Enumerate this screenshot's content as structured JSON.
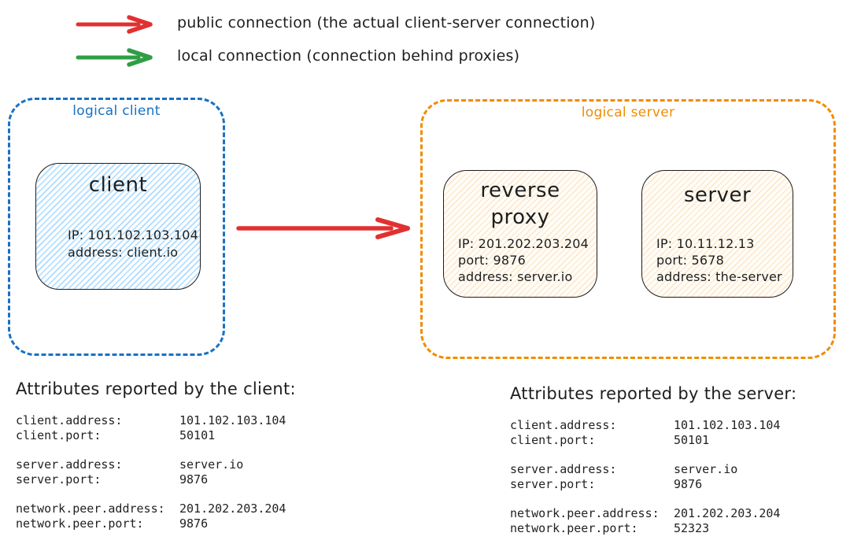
{
  "colors": {
    "public_connection": "#e03131",
    "local_connection": "#2f9e44",
    "logical_client_border": "#1971c2",
    "logical_server_border": "#f08c00",
    "ink": "#1e1e1e",
    "client_node_fill": "#a5d8ff",
    "server_node_fill": "#ffd8a8"
  },
  "legend": {
    "public_label": "public connection (the actual client-server connection)",
    "local_label": "local connection (connection behind proxies)"
  },
  "logical_client": {
    "label": "logical client",
    "client_node": {
      "title": "client",
      "details": {
        "ip": "IP: 101.102.103.104",
        "address": "address: client.io"
      }
    }
  },
  "logical_server": {
    "label": "logical server",
    "reverse_proxy_node": {
      "title": "reverse proxy",
      "details": {
        "ip": "IP: 201.202.203.204",
        "port": "port: 9876",
        "address": "address: server.io"
      }
    },
    "server_node": {
      "title": "server",
      "details": {
        "ip": "IP: 10.11.12.13",
        "port": "port: 5678",
        "address": "address: the-server"
      }
    }
  },
  "attributes_client": {
    "title": "Attributes reported by the client:",
    "rows": [
      {
        "label": "client.address:",
        "value": "101.102.103.104"
      },
      {
        "label": "client.port:",
        "value": "50101"
      },
      {
        "label": "server.address:",
        "value": "server.io"
      },
      {
        "label": "server.port:",
        "value": "9876"
      },
      {
        "label": "network.peer.address:",
        "value": "201.202.203.204"
      },
      {
        "label": "network.peer.port:",
        "value": "9876"
      }
    ]
  },
  "attributes_server": {
    "title": "Attributes reported by the server:",
    "rows": [
      {
        "label": "client.address:",
        "value": "101.102.103.104"
      },
      {
        "label": "client.port:",
        "value": "50101"
      },
      {
        "label": "server.address:",
        "value": "server.io"
      },
      {
        "label": "server.port:",
        "value": "9876"
      },
      {
        "label": "network.peer.address:",
        "value": "201.202.203.204"
      },
      {
        "label": "network.peer.port:",
        "value": "52323"
      }
    ]
  }
}
